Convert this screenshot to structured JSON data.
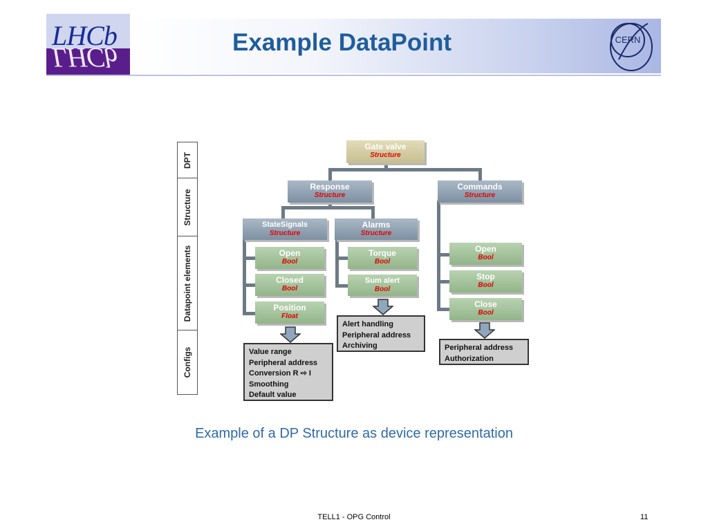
{
  "slide": {
    "title": "Example DataPoint",
    "caption": "Example of a DP Structure as device representation",
    "footer": "TELL1 - OPG Control",
    "page_number": "11"
  },
  "logos": {
    "left": "LHCb",
    "right": "CERN"
  },
  "side_labels": [
    "DPT",
    "Structure",
    "Datapoint elements",
    "Configs"
  ],
  "nodes": {
    "gate_valve": {
      "name": "Gate valve",
      "type": "Structure"
    },
    "response": {
      "name": "Response",
      "type": "Structure"
    },
    "commands": {
      "name": "Commands",
      "type": "Structure"
    },
    "statesignals": {
      "name": "StateSignals",
      "type": "Structure"
    },
    "alarms": {
      "name": "Alarms",
      "type": "Structure"
    },
    "open": {
      "name": "Open",
      "type": "Bool"
    },
    "closed": {
      "name": "Closed",
      "type": "Bool"
    },
    "position": {
      "name": "Position",
      "type": "Float"
    },
    "torque": {
      "name": "Torque",
      "type": "Bool"
    },
    "sum_alert": {
      "name": "Sum alert",
      "type": "Bool"
    },
    "cmd_open": {
      "name": "Open",
      "type": "Bool"
    },
    "cmd_stop": {
      "name": "Stop",
      "type": "Bool"
    },
    "cmd_close": {
      "name": "Close",
      "type": "Bool"
    }
  },
  "configs": {
    "statesignals": [
      "Value range",
      "Peripheral address",
      "Conversion R ⇨ I",
      "Smoothing",
      "Default value"
    ],
    "alarms": [
      "Alert handling",
      "Peripheral address",
      "Archiving"
    ],
    "commands": [
      "Peripheral address",
      "Authorization"
    ]
  },
  "colors": {
    "title": "#1f5d9c",
    "caption": "#2e6aa8",
    "structure_node": "#8fa0b1",
    "element_node": "#a5c49c",
    "root_node": "#d6cfa4",
    "type_text": "#e00000",
    "lhcb_purple": "#5a1e8c"
  }
}
